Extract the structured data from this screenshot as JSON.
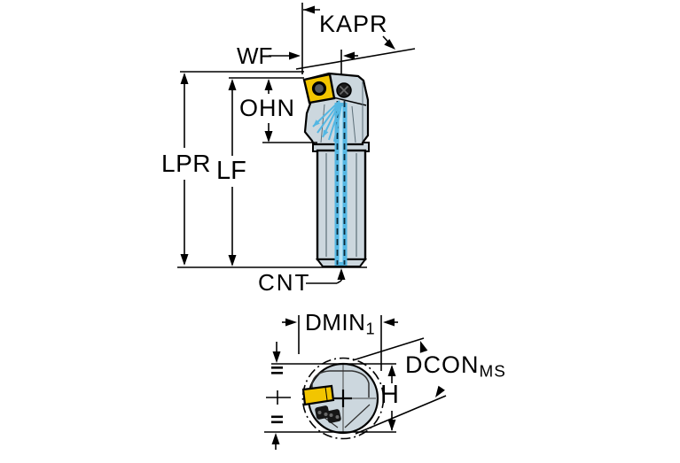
{
  "drawing": {
    "labels": {
      "kapr": "KAPR",
      "wf": "WF",
      "ohn": "OHN",
      "lpr": "LPR",
      "lf": "LF",
      "cnt": "CNT",
      "dmin": "DMIN",
      "dmin_sub": "1",
      "dcon": "DCON",
      "dcon_sub": "MS",
      "h": "H"
    },
    "colors": {
      "body": "#ccd7de",
      "insert": "#f2c500",
      "coolant": "#54b7e3",
      "coolant_light": "#b8e2f4",
      "outline": "#000000"
    }
  }
}
